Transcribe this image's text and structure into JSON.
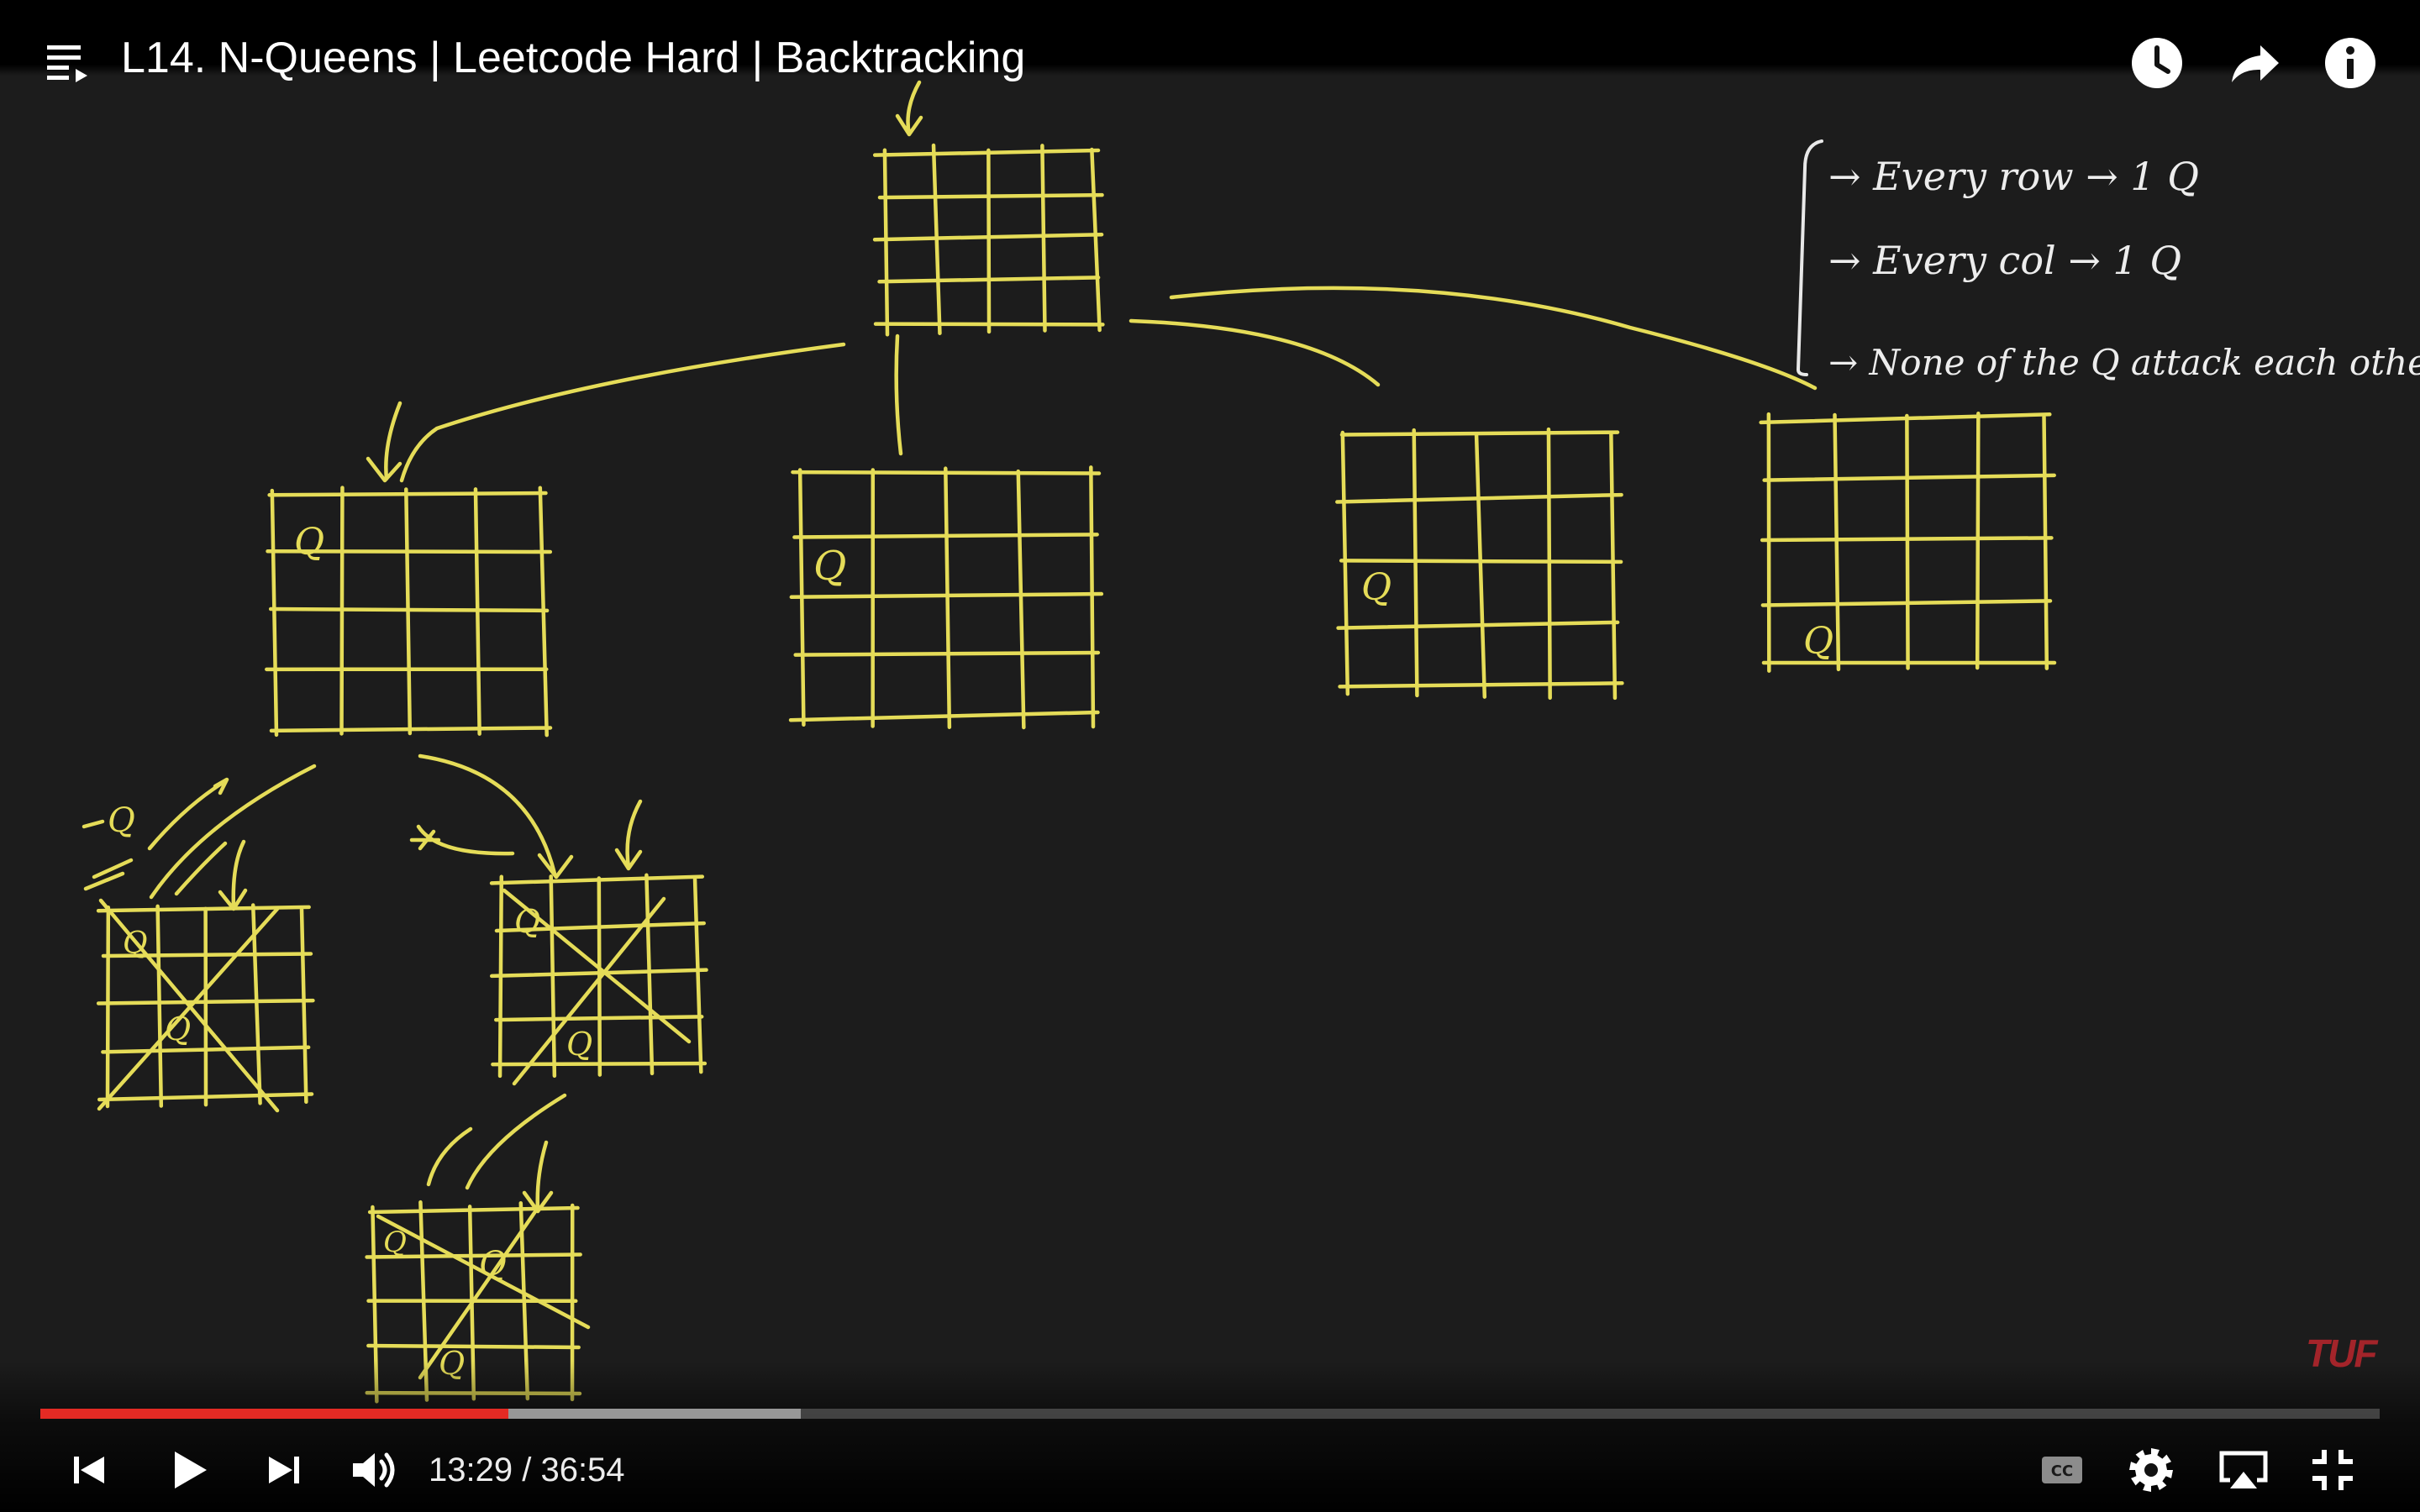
{
  "player": {
    "title": "L14. N-Queens | Leetcode Hard | Backtracking",
    "watermark": "TUF",
    "time": {
      "current": "13:29",
      "separator": " / ",
      "duration": "36:54"
    },
    "progress": {
      "played_fraction": 0.2001,
      "buffered_fraction": 0.3252
    },
    "colors": {
      "progress_played": "#e32a24",
      "board_ink": "#e5dc58",
      "background": "#1c1c1c",
      "watermark": "#a3242a"
    },
    "icons": {
      "top_left": "playlist-icon",
      "top_right": [
        "watch-later-icon",
        "share-icon",
        "info-icon"
      ],
      "controls_left": [
        "previous-icon",
        "play-icon",
        "next-icon",
        "volume-icon"
      ],
      "controls_right": [
        "captions-icon",
        "settings-icon",
        "airplay-icon",
        "exit-fullscreen-icon"
      ]
    }
  },
  "whiteboard": {
    "rules": [
      "→ Every row → 1 Q",
      "→ Every col → 1 Q",
      "→ None of the Q attack each other"
    ],
    "board_marks": {
      "queen": "Q"
    }
  }
}
